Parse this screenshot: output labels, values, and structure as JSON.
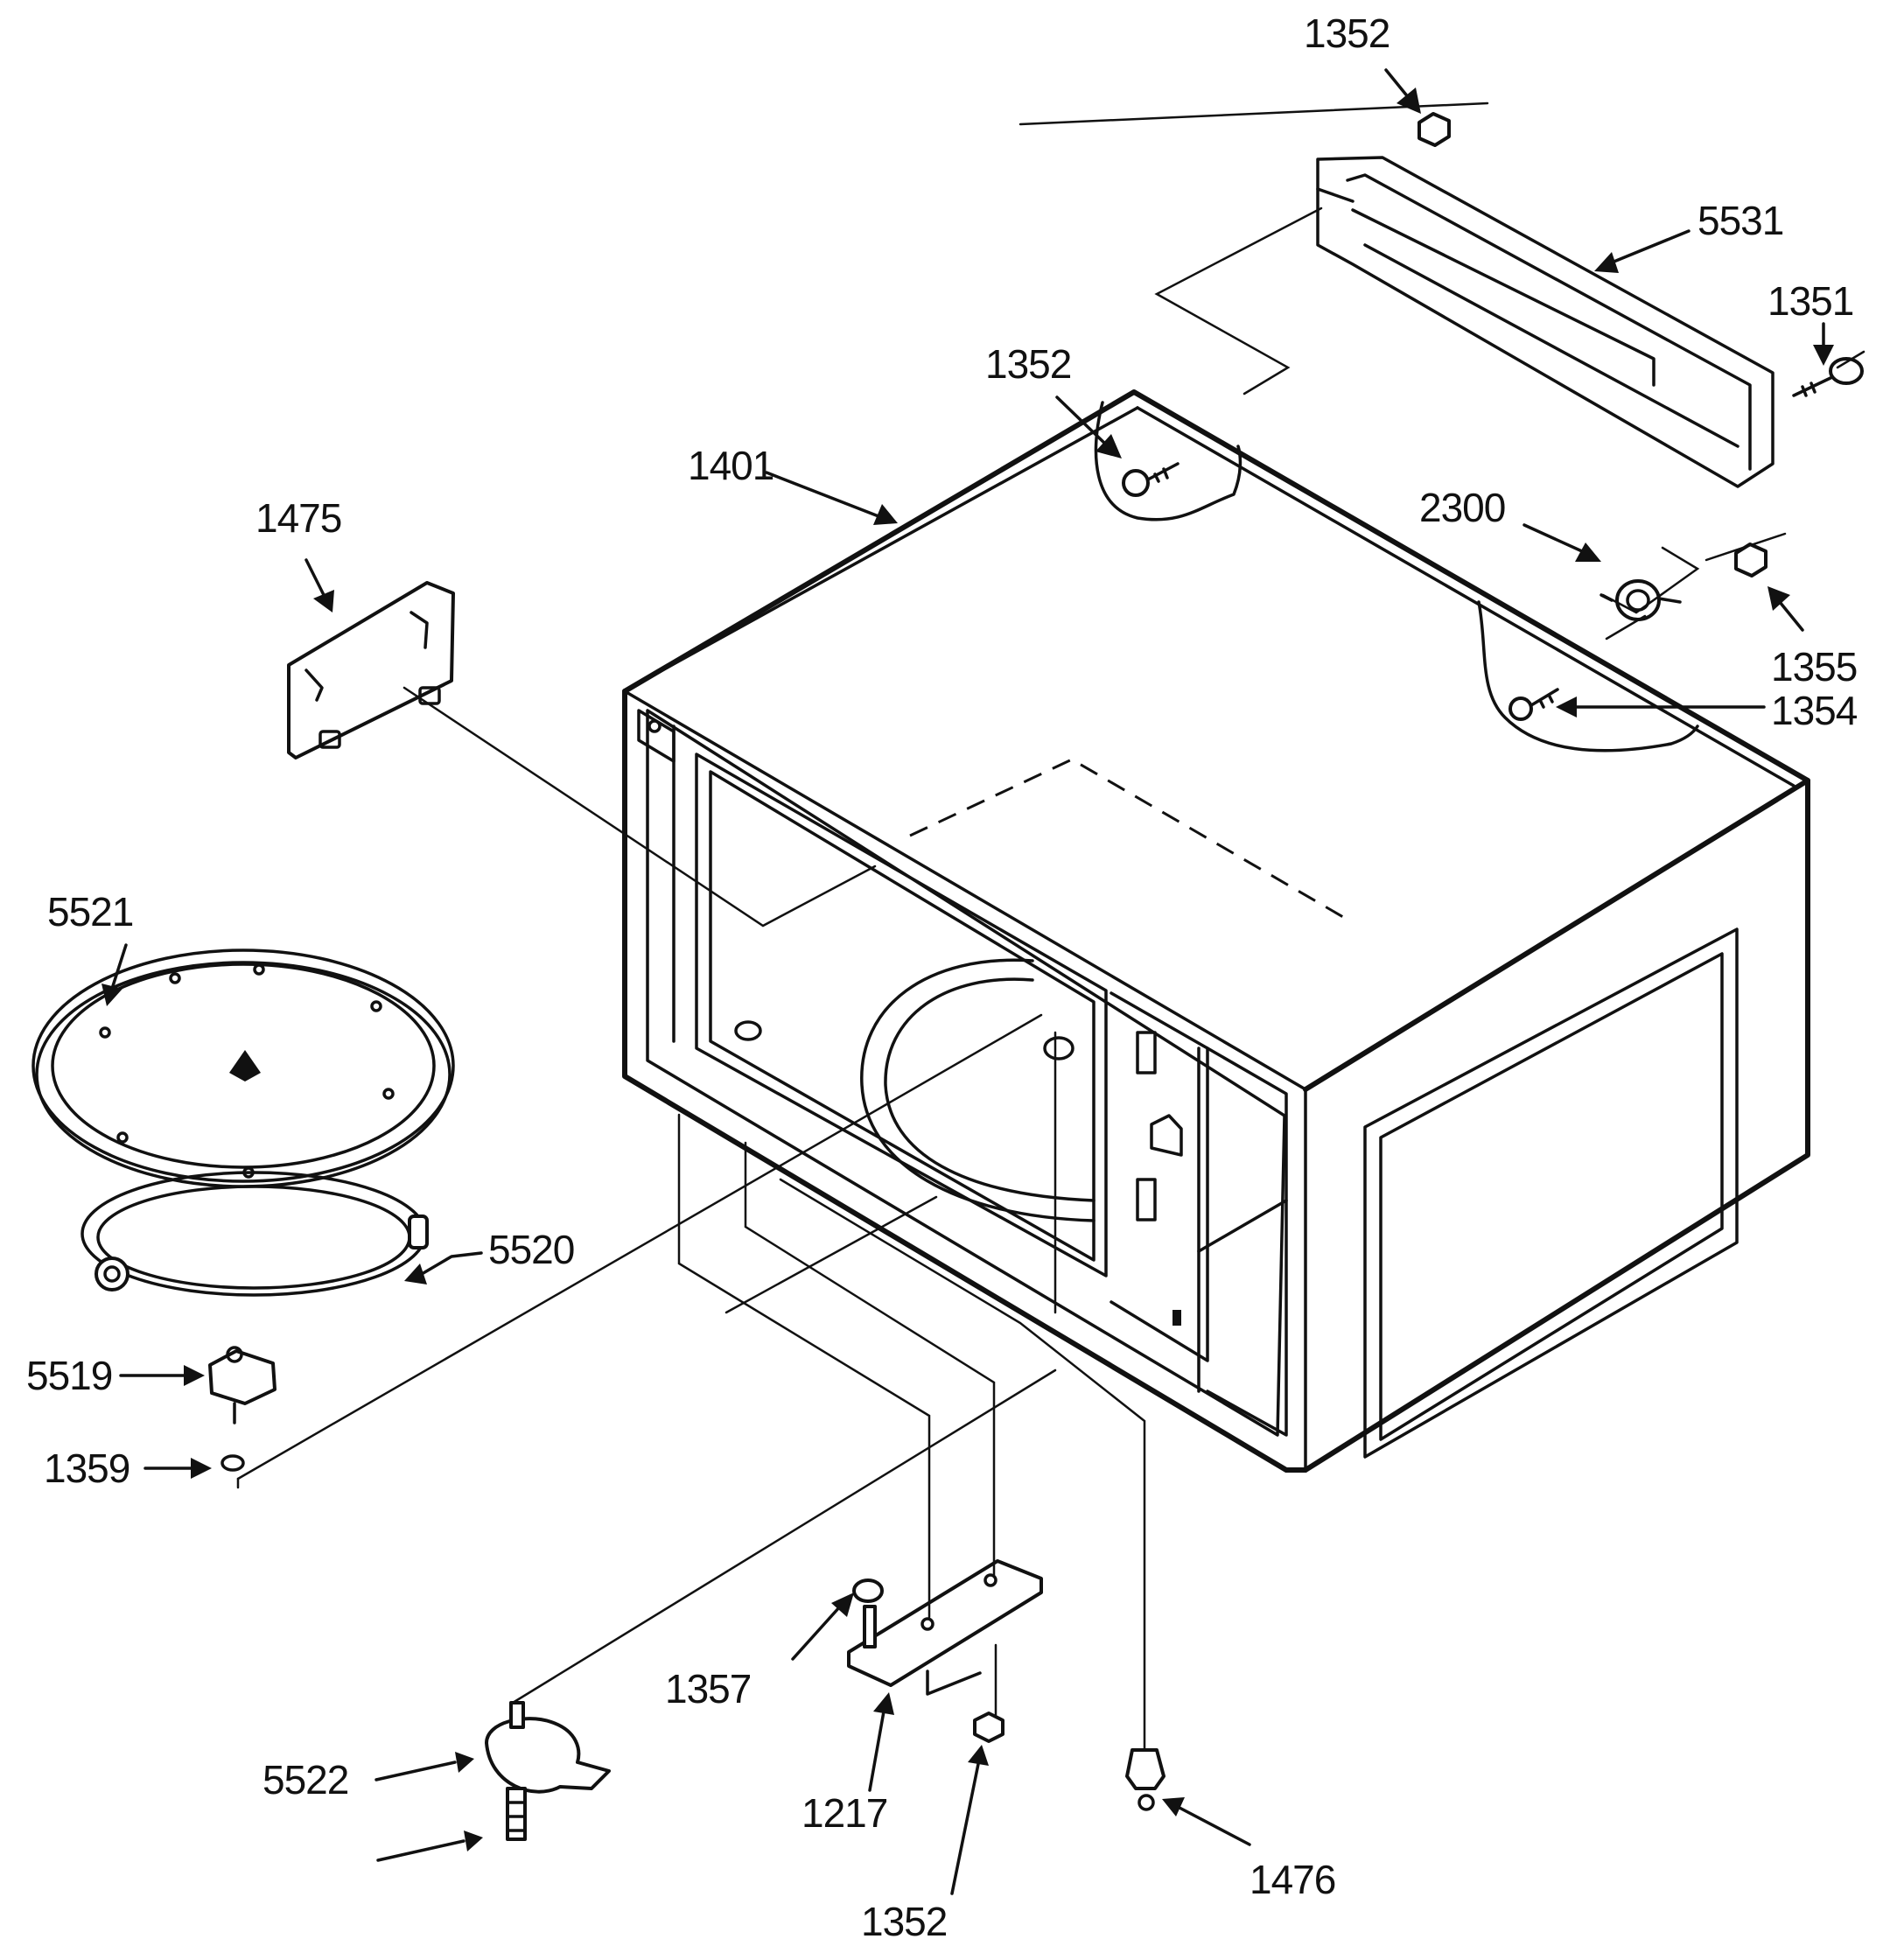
{
  "labels": [
    {
      "key": "p1352a",
      "text": "1352"
    },
    {
      "key": "p5531",
      "text": "5531"
    },
    {
      "key": "p1351",
      "text": "1351"
    },
    {
      "key": "p1352b",
      "text": "1352"
    },
    {
      "key": "p1401",
      "text": "1401"
    },
    {
      "key": "p2300",
      "text": "2300"
    },
    {
      "key": "p1475",
      "text": "1475"
    },
    {
      "key": "p1355",
      "text": "1355"
    },
    {
      "key": "p1354",
      "text": "1354"
    },
    {
      "key": "p5521",
      "text": "5521"
    },
    {
      "key": "p5520",
      "text": "5520"
    },
    {
      "key": "p5519",
      "text": "5519"
    },
    {
      "key": "p1359",
      "text": "1359"
    },
    {
      "key": "p1357",
      "text": "1357"
    },
    {
      "key": "p5522",
      "text": "5522"
    },
    {
      "key": "p1217",
      "text": "1217"
    },
    {
      "key": "p1352c",
      "text": "1352"
    },
    {
      "key": "p1476",
      "text": "1476"
    }
  ]
}
